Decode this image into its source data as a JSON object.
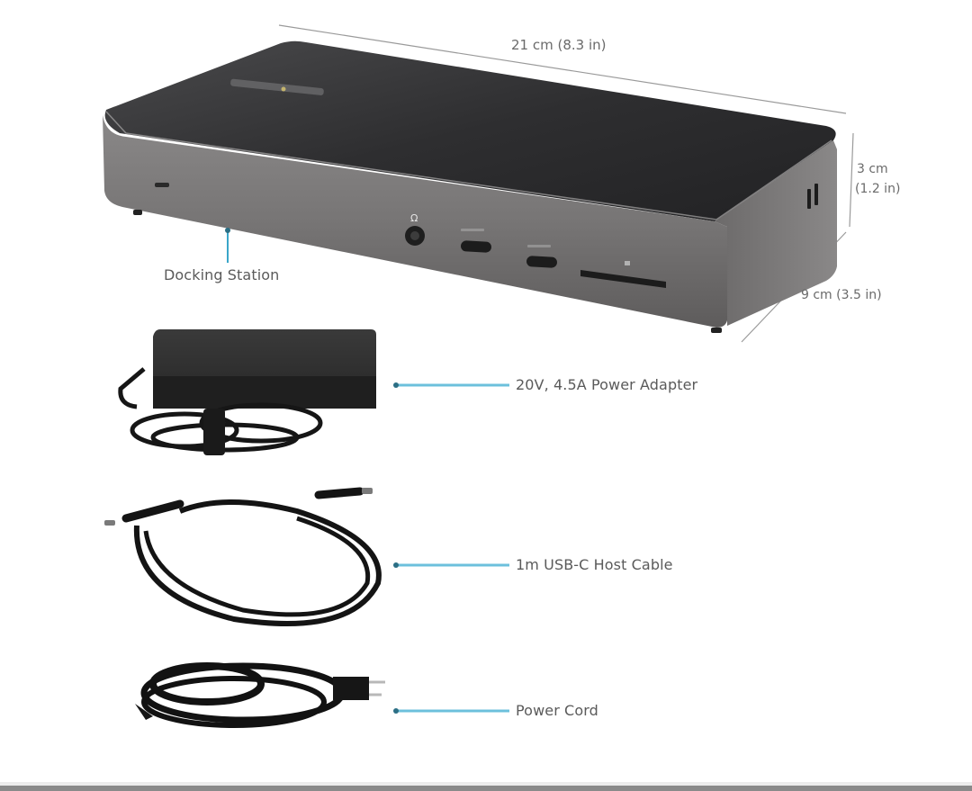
{
  "diagram": {
    "type": "product-contents-diagram",
    "accent_color": "#3aa6c9",
    "dimensions": {
      "length": "21 cm (8.3 in)",
      "height_line1": "3 cm",
      "height_line2": "(1.2 in)",
      "depth": "9 cm (3.5 in)"
    },
    "items": [
      {
        "id": "docking-station",
        "label": "Docking Station"
      },
      {
        "id": "power-adapter",
        "label": "20V, 4.5A Power Adapter"
      },
      {
        "id": "usb-c-cable",
        "label": "1m USB-C Host Cable"
      },
      {
        "id": "power-cord",
        "label": "Power Cord"
      }
    ],
    "dock_front_ports": [
      "audio-jack",
      "usb-c-port",
      "usb-c-port",
      "sd-card-slot"
    ],
    "dock_side_ports": [
      "usb-a-port",
      "usb-a-port"
    ]
  }
}
